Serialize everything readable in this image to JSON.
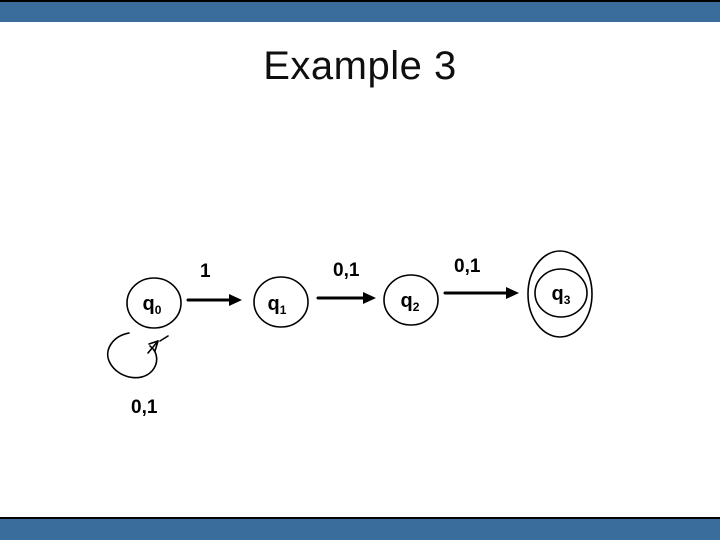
{
  "slide": {
    "title": "Example 3"
  },
  "theme": {
    "bar_color": "#3A6D9C",
    "bar_edge_color": "#000000",
    "ink_color": "#000000",
    "background_color": "#FFFFFF"
  },
  "automaton": {
    "type": "state-diagram",
    "states": [
      {
        "id": "q0",
        "label_base": "q",
        "label_sub": "0",
        "accepting": false
      },
      {
        "id": "q1",
        "label_base": "q",
        "label_sub": "1",
        "accepting": false
      },
      {
        "id": "q2",
        "label_base": "q",
        "label_sub": "2",
        "accepting": false
      },
      {
        "id": "q3",
        "label_base": "q",
        "label_sub": "3",
        "accepting": true
      }
    ],
    "transitions": [
      {
        "from": "q0",
        "to": "q1",
        "label": "1"
      },
      {
        "from": "q1",
        "to": "q2",
        "label": "0,1"
      },
      {
        "from": "q2",
        "to": "q3",
        "label": "0,1"
      },
      {
        "from": "q0",
        "to": "q0",
        "label": "0,1"
      }
    ]
  }
}
